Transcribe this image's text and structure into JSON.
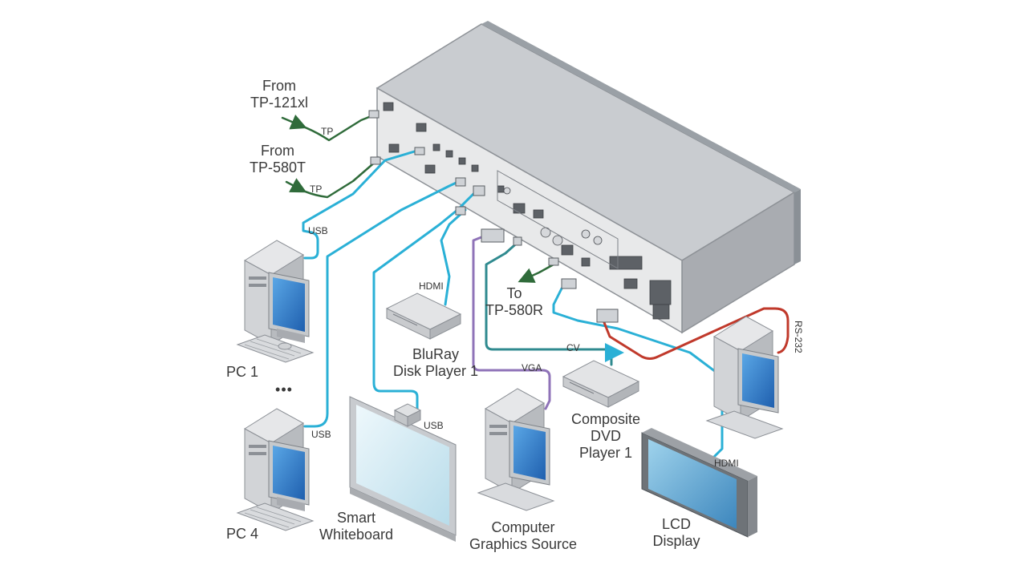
{
  "labels": {
    "from_tp121": [
      "From",
      "TP-121xl"
    ],
    "from_tp580t": [
      "From",
      "TP-580T"
    ],
    "to_tp580r": [
      "To",
      "TP-580R"
    ],
    "pc1": "PC 1",
    "pc4": "PC 4",
    "ellipsis": "•••",
    "bluray": [
      "BluRay",
      "Disk Player 1"
    ],
    "smart_whiteboard": [
      "Smart",
      "Whiteboard"
    ],
    "computer_graphics": [
      "Computer",
      "Graphics Source"
    ],
    "composite_dvd": [
      "Composite",
      "DVD",
      "Player 1"
    ],
    "lcd": [
      "LCD",
      "Display"
    ]
  },
  "cables": {
    "tp1": "TP",
    "tp2": "TP",
    "usb_pc1": "USB",
    "usb_pc4": "USB",
    "usb_whiteboard": "USB",
    "hdmi_bluray": "HDMI",
    "vga": "VGA",
    "cv": "CV",
    "hdmi_lcd": "HDMI",
    "rs232": "RS-232"
  },
  "colors": {
    "usb_hdmi": "#2ab0d6",
    "tp": "#2f6b3a",
    "vga": "#8f73b8",
    "cv": "#2f8a8f",
    "rs232": "#c0392b"
  }
}
